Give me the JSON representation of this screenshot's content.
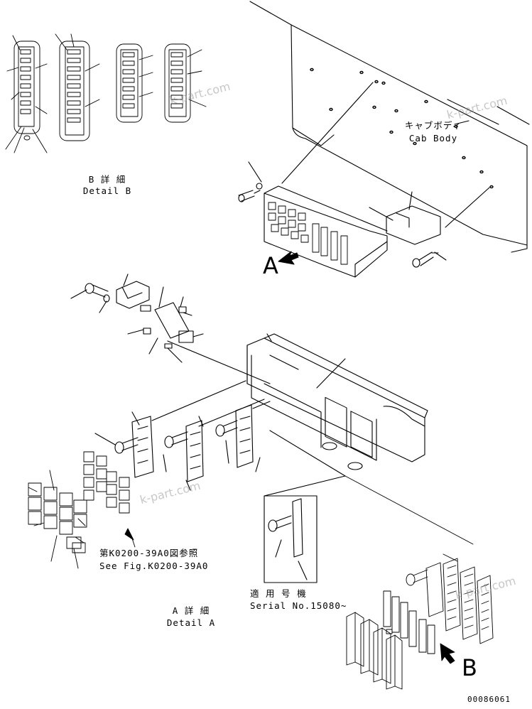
{
  "labels": {
    "cab_body_jp": "キャブボディ",
    "cab_body_en": "Cab Body",
    "detail_b_jp": "B 詳 細",
    "detail_b_en": "Detail B",
    "detail_a_jp": "A 詳 細",
    "detail_a_en": "Detail A",
    "see_fig_jp": "第K0200-39A0図参照",
    "see_fig_en": "See Fig.K0200-39A0",
    "serial_jp": "適 用 号 機",
    "serial_en": "Serial No.15080~",
    "arrow_a": "A",
    "arrow_b": "B",
    "drawing_number": "00086061"
  },
  "watermarks": [
    "k-part.com",
    "k-part.com",
    "k-part.com",
    "k-part.com"
  ]
}
